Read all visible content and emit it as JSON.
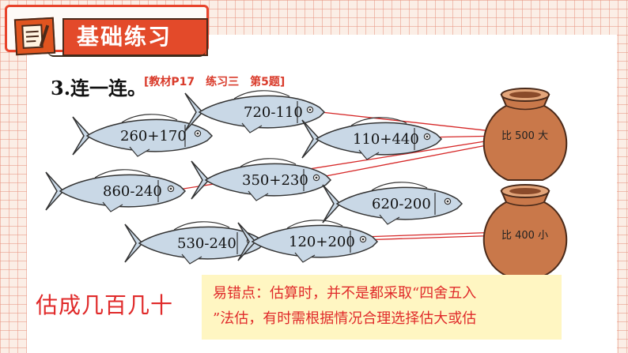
{
  "header": {
    "title": "基础练习",
    "icon": "notebook-pencil-icon"
  },
  "question": {
    "title": "3.连一连。",
    "reference": "[教材P17　练习三　第5题]"
  },
  "fish": [
    {
      "expr": "260+170"
    },
    {
      "expr": "720-110"
    },
    {
      "expr": "110+440"
    },
    {
      "expr": "860-240"
    },
    {
      "expr": "350+230"
    },
    {
      "expr": "620-200"
    },
    {
      "expr": "530-240"
    },
    {
      "expr": "120+200"
    }
  ],
  "jars": [
    {
      "label": "比 500 大"
    },
    {
      "label": "比 400 小"
    }
  ],
  "estimate_title": "估成几百几十",
  "tip": {
    "line1": "易错点：估算时，并不是都采取“四舍五入",
    "line2": "”法估，有时需根据情况合理选择估大或估"
  },
  "colors": {
    "accent": "#e02a2a",
    "header": "#e34a2a",
    "fish": "#c9d8e6",
    "jar": "#c9784a",
    "tip_bg": "#fff6c2"
  }
}
